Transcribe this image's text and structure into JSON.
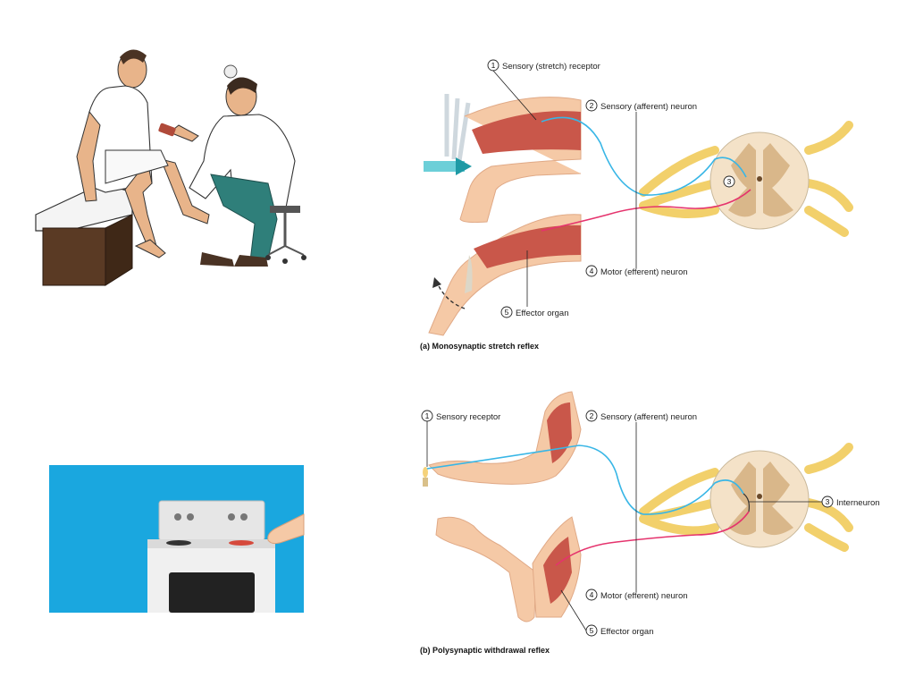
{
  "panel_a": {
    "labels": [
      {
        "num": "1",
        "text": "Sensory (stretch) receptor"
      },
      {
        "num": "2",
        "text": "Sensory (afferent) neuron"
      },
      {
        "num": "3",
        "text": ""
      },
      {
        "num": "4",
        "text": "Motor (efferent) neuron"
      },
      {
        "num": "5",
        "text": "Effector organ"
      }
    ],
    "caption": "(a) Monosynaptic stretch reflex"
  },
  "panel_b": {
    "labels": [
      {
        "num": "1",
        "text": "Sensory receptor"
      },
      {
        "num": "2",
        "text": "Sensory (afferent) neuron"
      },
      {
        "num": "3",
        "text": "Interneuron"
      },
      {
        "num": "4",
        "text": "Motor (efferent) neuron"
      },
      {
        "num": "5",
        "text": "Effector organ"
      }
    ],
    "caption": "(b) Polysynaptic withdrawal reflex"
  },
  "colors": {
    "sensory": "#38b6e6",
    "motor": "#e5336d",
    "nerve": "#f2d06b",
    "cord": "#f4e2c8",
    "grey_matter": "#d9b78a",
    "skin": "#f5c9a6",
    "muscle": "#c9574a",
    "stove_bg": "#1aa7df"
  }
}
